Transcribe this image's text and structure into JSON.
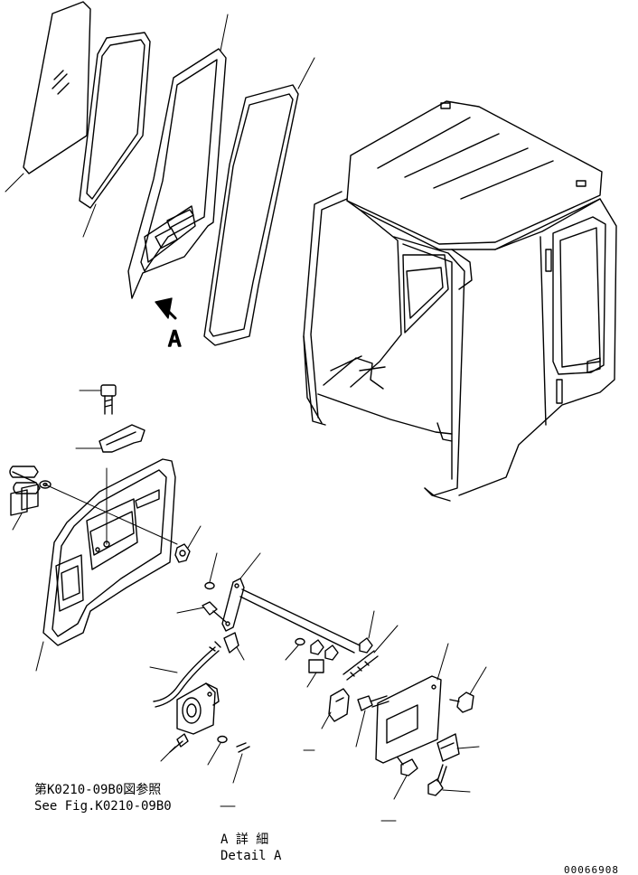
{
  "labels": {
    "view_arrow_letter": "A",
    "reference_jp": "第K0210-09B0図参照",
    "reference_en": "See Fig.K0210-09B0",
    "detail_jp": "A 詳 細",
    "detail_en": "Detail A",
    "drawing_number": "00066908"
  }
}
